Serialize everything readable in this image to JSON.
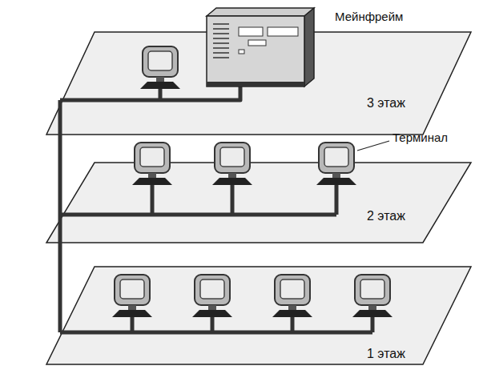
{
  "diagram": {
    "nodes": [
      {
        "text": [
          "3 этаж"
        ]
      },
      {
        "text": [
          "2 этаж"
        ]
      },
      {
        "text": [
          "1 этаж"
        ]
      }
    ],
    "labels": [
      "Мейнфрейм",
      "Терминал"
    ]
  }
}
